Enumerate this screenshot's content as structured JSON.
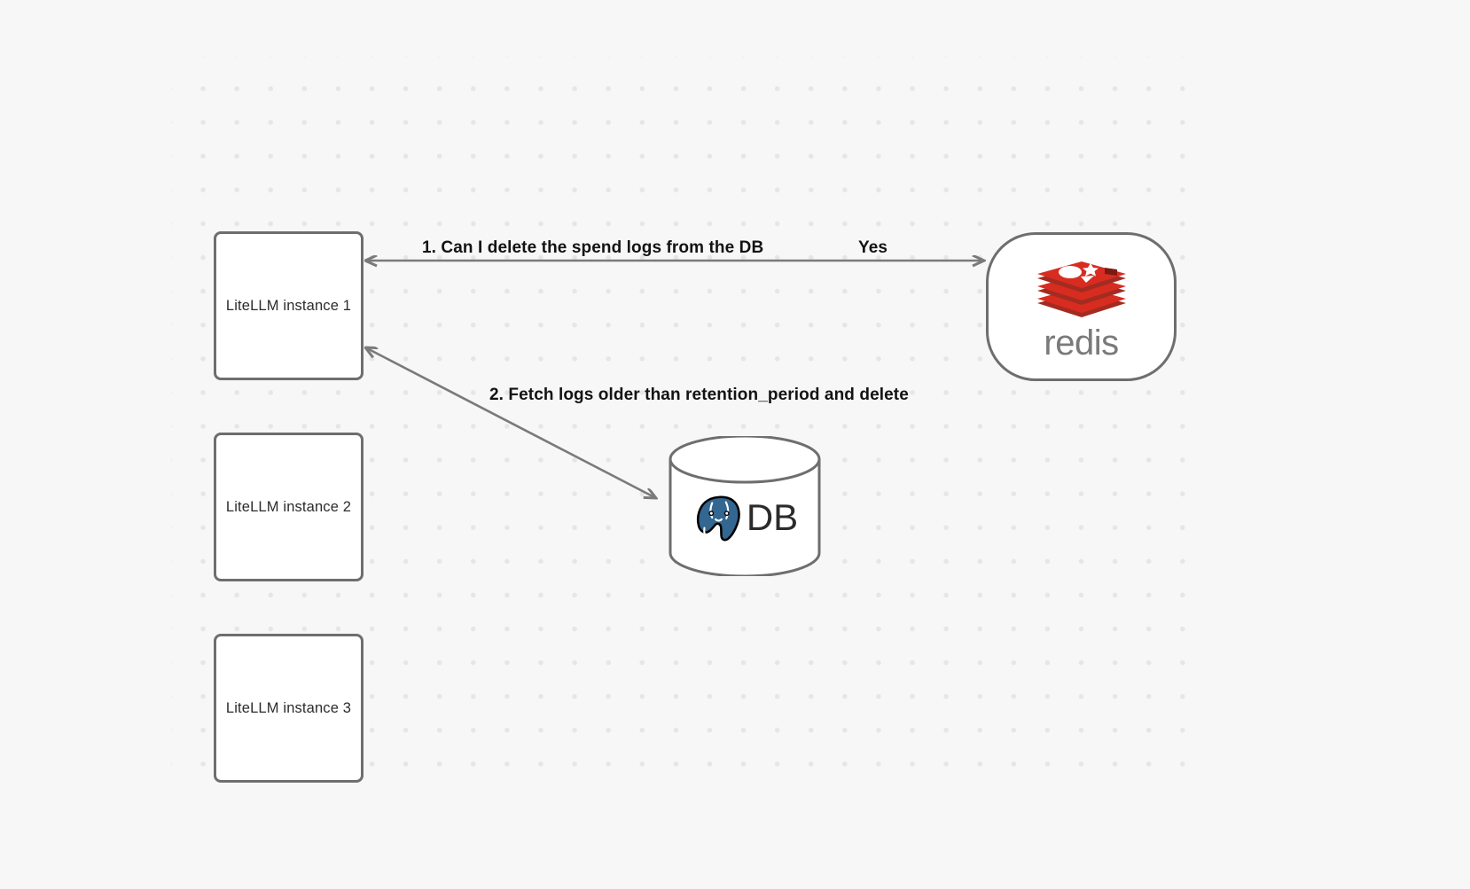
{
  "diagram": {
    "title": "LiteLLM spend log deletion flow",
    "background_color": "#f7f7f7",
    "grid_dot_color": "#e6e6e6",
    "node_border_color": "#6e6e6e",
    "edge_color": "#7a7a7a",
    "nodes": [
      {
        "id": "litellm-1",
        "label": "LiteLLM instance 1",
        "shape": "rounded-rect"
      },
      {
        "id": "litellm-2",
        "label": "LiteLLM instance 2",
        "shape": "rounded-rect"
      },
      {
        "id": "litellm-3",
        "label": "LiteLLM instance 3",
        "shape": "rounded-rect"
      },
      {
        "id": "redis",
        "label": "redis",
        "shape": "stadium",
        "logo": "redis-logo",
        "logo_color": "#d82c20",
        "wordmark_color": "#7a7a7a"
      },
      {
        "id": "db",
        "label": "DB",
        "shape": "cylinder",
        "logo": "postgresql-elephant-icon",
        "logo_color": "#336791"
      }
    ],
    "edges": [
      {
        "id": "edge-1",
        "from": "redis",
        "to": "litellm-1",
        "label": "1.  Can I delete the spend logs from the DB",
        "reply_label": "Yes",
        "direction": "bidirectional"
      },
      {
        "id": "edge-2",
        "from": "db",
        "to": "litellm-1",
        "label": "2.  Fetch logs older than retention_period and delete",
        "direction": "bidirectional"
      }
    ],
    "labels": {
      "step_1": "1.  Can I delete the spend logs from the DB",
      "yes": "Yes",
      "step_2": "2.  Fetch logs older than retention_period and delete",
      "db_text": "DB",
      "redis_wordmark": "redis"
    }
  }
}
